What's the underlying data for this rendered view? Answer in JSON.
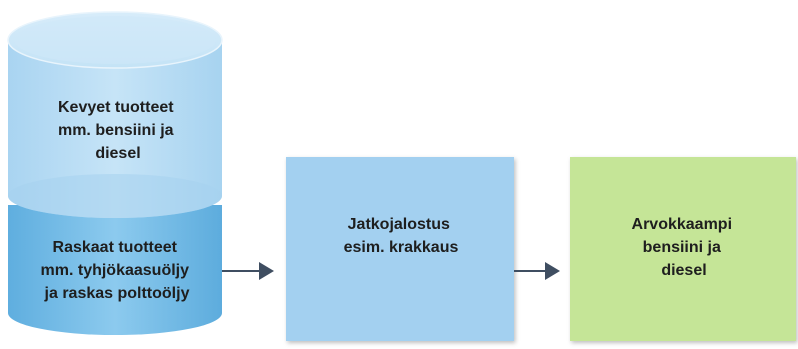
{
  "diagram": {
    "cylinder": {
      "top_section": {
        "lines": [
          "Kevyet tuotteet",
          "mm. bensiini ja",
          "diesel"
        ]
      },
      "bottom_section": {
        "lines": [
          "Raskaat tuotteet",
          "mm. tyhjökaasuöljy",
          "ja raskas polttoöljy"
        ]
      }
    },
    "process_box": {
      "lines": [
        "Jatkojalostus",
        "esim. krakkaus"
      ]
    },
    "result_box": {
      "lines": [
        "Arvokkaampi",
        "bensiini ja",
        "diesel"
      ]
    }
  },
  "colors": {
    "cylinder_light_top": "#d5ebf9",
    "cylinder_light_body": "#bfe0f5",
    "cylinder_dark_body": "#7fc1ea",
    "cylinder_bottom": "#5aaedf",
    "process_box": "#a3d0f0",
    "result_box": "#c5e597",
    "arrow": "#3f4e61",
    "text": "#1e1e1e"
  }
}
